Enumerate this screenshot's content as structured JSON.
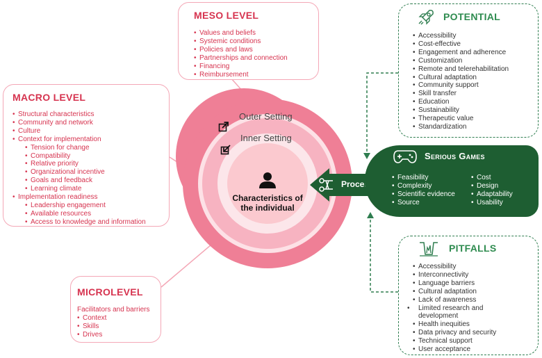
{
  "meso": {
    "title": "MESO LEVEL",
    "items": [
      "Values and beliefs",
      "Systemic conditions",
      "Policies and laws",
      "Partnerships and connection",
      "Financing",
      "Reimbursement"
    ]
  },
  "macro": {
    "title": "MACRO LEVEL",
    "items": [
      "Structural characteristics",
      "Community and network",
      "Culture",
      "Context for implementation"
    ],
    "context_subitems": [
      "Tension for change",
      "Compatibility",
      "Relative priority",
      "Organizational incentive",
      "Goals and feedback",
      "Learning climate"
    ],
    "readiness_label": "Implementation readiness",
    "readiness_subitems": [
      "Leadership engagement",
      "Available resources",
      "Access to knowledge and information"
    ]
  },
  "micro": {
    "title": "MICROLEVEL",
    "intro": "Facilitators and barriers",
    "items": [
      "Context",
      "Skills",
      "Drives"
    ]
  },
  "rings": {
    "outer": "Outer Setting",
    "inner": "Inner Setting",
    "center_line1": "Characteristics of",
    "center_line2": "the individual"
  },
  "process_label": "Process",
  "serious_games": {
    "title": "Serious Games",
    "left_items": [
      "Feasibility",
      "Complexity",
      "Scientific evidence",
      "Source"
    ],
    "right_items": [
      "Cost",
      "Design",
      "Adaptability",
      "Usability"
    ]
  },
  "potential": {
    "title": "POTENTIAL",
    "items": [
      "Accessibility",
      "Cost-effective",
      "Engagement and adherence",
      "Customization",
      "Remote and telerehabilitation",
      "Cultural adaptation",
      "Community support",
      "Skill transfer",
      "Education",
      "Sustainability",
      "Therapeutic value",
      "Standardization"
    ]
  },
  "pitfalls": {
    "title": "PITFALLS",
    "items": [
      "Accessibility",
      "Interconnectivity",
      "Language barriers",
      "Cultural adaptation",
      "Lack of awareness",
      "Limited research and development",
      "Health inequities",
      "Data privacy and security",
      "Technical support",
      "User acceptance"
    ]
  },
  "colors": {
    "accent_red": "#d6334f",
    "ring_outer": "#ef7f96",
    "ring_inner": "#f7b3c1",
    "center": "#fbc9cf",
    "dark_green": "#1e5e32",
    "green_title": "#2e8b4f"
  },
  "icons": {
    "outer_setting": "external-arrow-icon",
    "inner_setting": "inward-arrow-icon",
    "person": "person-icon",
    "potential": "rocket-icon",
    "serious_games": "gamepad-icon",
    "pitfalls": "pit-icon",
    "process": "gear-connector-icon"
  }
}
